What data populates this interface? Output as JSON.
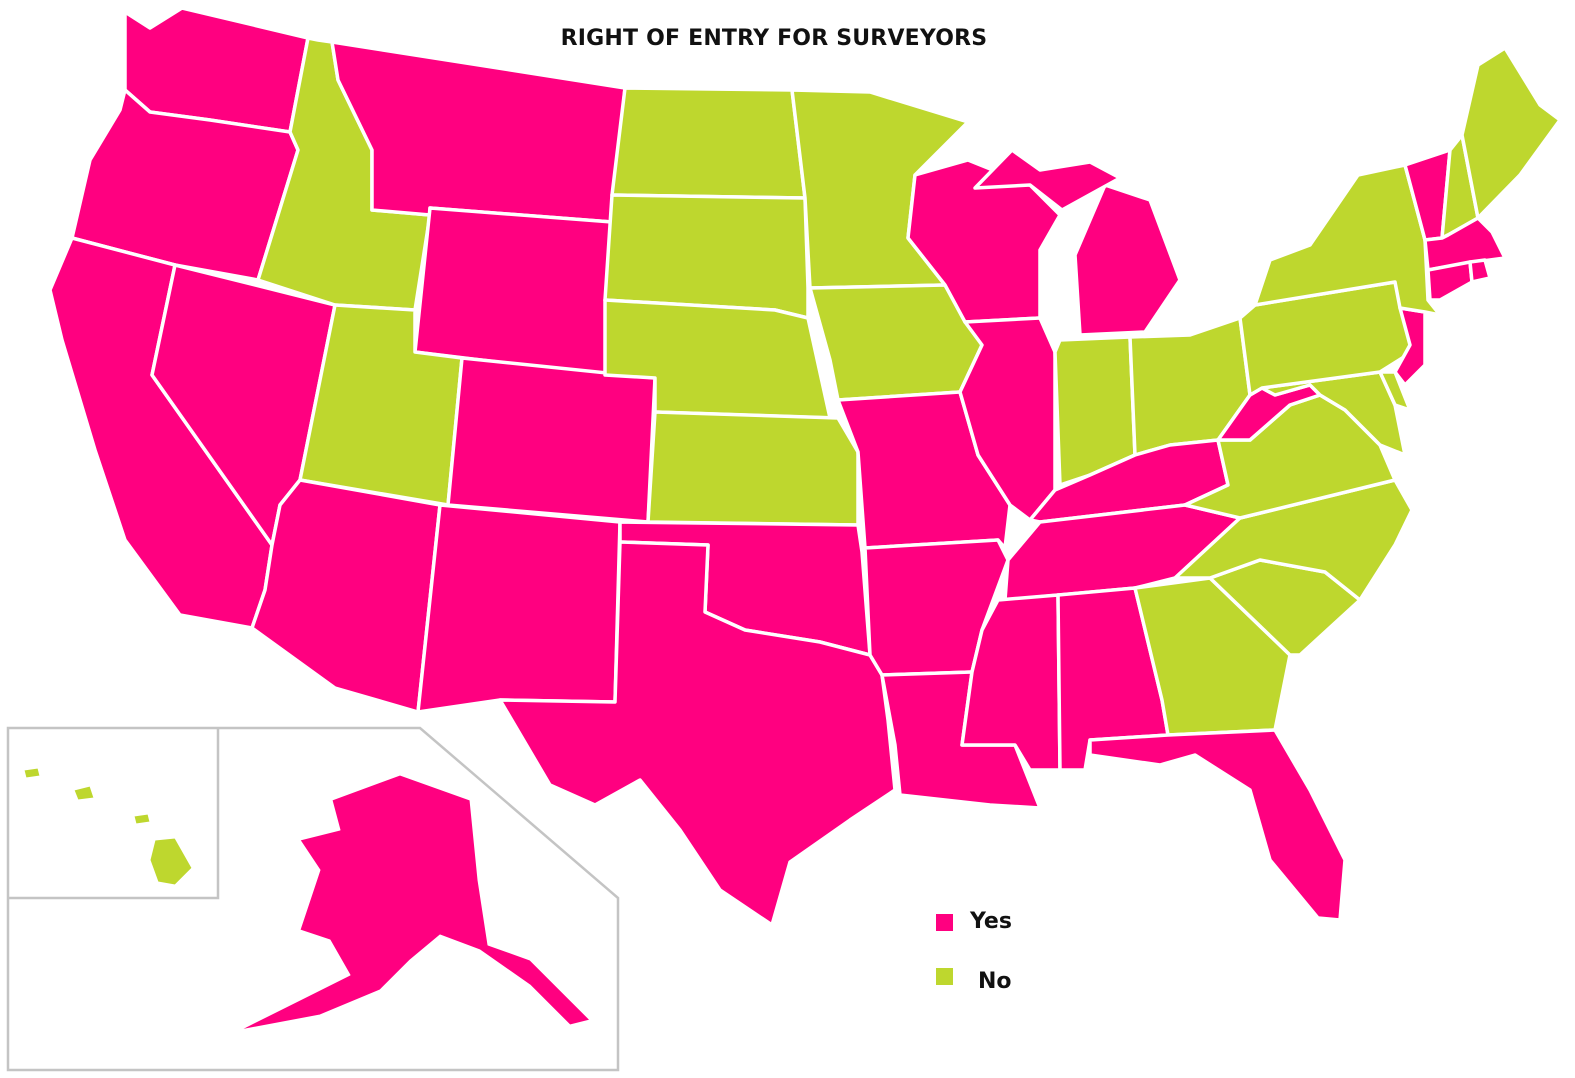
{
  "title": "RIGHT OF ENTRY FOR SURVEYORS",
  "colors": {
    "yes": "#ff0080",
    "no": "#bed72e"
  },
  "legend": [
    {
      "key": "yes",
      "label": "Yes"
    },
    {
      "key": "no",
      "label": "No"
    }
  ],
  "states": {
    "WA": "yes",
    "OR": "yes",
    "CA": "yes",
    "NV": "yes",
    "ID": "no",
    "MT": "yes",
    "WY": "yes",
    "UT": "no",
    "CO": "yes",
    "AZ": "yes",
    "NM": "yes",
    "ND": "no",
    "SD": "no",
    "NE": "no",
    "KS": "no",
    "OK": "yes",
    "TX": "yes",
    "MN": "no",
    "IA": "no",
    "MO": "yes",
    "AR": "yes",
    "LA": "yes",
    "WI": "yes",
    "IL": "yes",
    "MI": "yes",
    "IN": "no",
    "OH": "no",
    "KY": "yes",
    "TN": "yes",
    "MS": "yes",
    "AL": "yes",
    "GA": "no",
    "FL": "yes",
    "SC": "no",
    "NC": "no",
    "VA": "no",
    "WV": "yes",
    "PA": "no",
    "NY": "no",
    "VT": "yes",
    "NH": "no",
    "ME": "no",
    "MA": "yes",
    "RI": "yes",
    "CT": "yes",
    "NJ": "yes",
    "DE": "no",
    "MD": "no",
    "AK": "yes",
    "HI": "no"
  }
}
